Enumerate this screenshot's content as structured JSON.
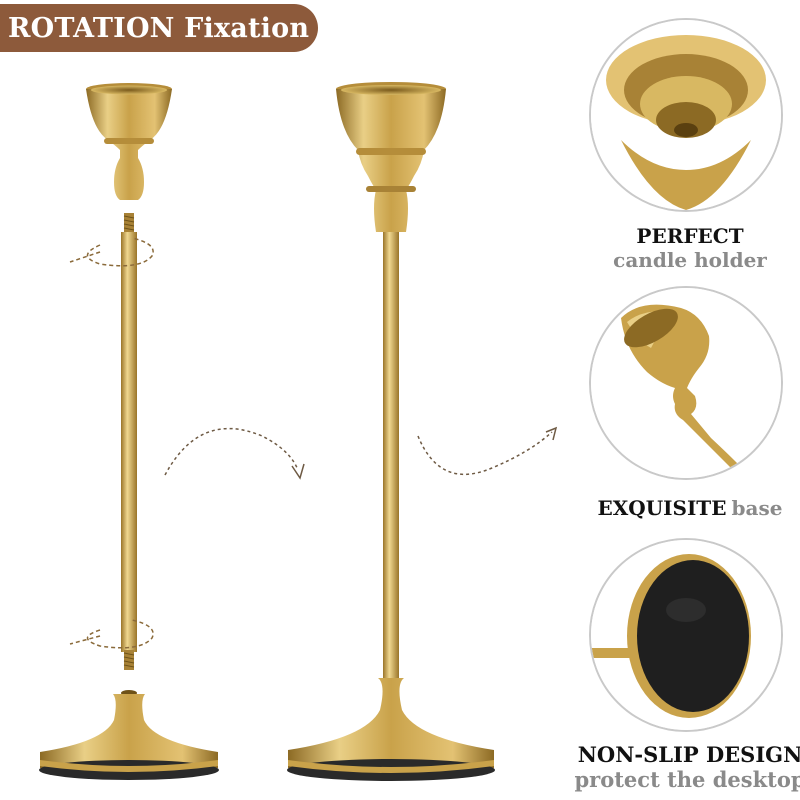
{
  "badge": {
    "title": "ROTATION Fixation"
  },
  "features": [
    {
      "title": "PERFECT",
      "subtitle": "candle holder"
    },
    {
      "title": "EXQUISITE",
      "subtitle": "base"
    },
    {
      "title": "NON-SLIP DESIGN",
      "subtitle": "protect the desktop"
    }
  ],
  "colors": {
    "badge": "#8d5a3b",
    "brass_light": "#e9cf86",
    "brass_mid": "#c9a24a",
    "brass_dark": "#8c6a24",
    "felt": "#1f1f1f",
    "caption_muted": "#8a8a8a"
  },
  "icons": [
    "rotation-arrow-icon",
    "curved-arrow-icon"
  ]
}
